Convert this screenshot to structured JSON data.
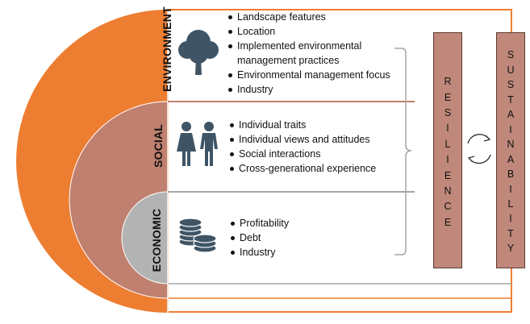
{
  "layers": {
    "environment": {
      "label": "ENVIRONMENT",
      "icon": "tree-icon",
      "items": [
        "Landscape features",
        "Location",
        "Implemented environmental management practices",
        "Environmental management focus",
        "Industry"
      ]
    },
    "social": {
      "label": "SOCIAL",
      "icon": "people-icon",
      "items": [
        "Individual traits",
        "Individual views and attitudes",
        "Social interactions",
        "Cross-generational experience"
      ]
    },
    "economic": {
      "label": "ECONOMIC",
      "icon": "coins-icon",
      "items": [
        "Profitability",
        "Debt",
        "Industry"
      ]
    }
  },
  "outcomes": {
    "resilience": [
      "R",
      "E",
      "S",
      "I",
      "L",
      "I",
      "E",
      "N",
      "C",
      "E"
    ],
    "sustainability": [
      "S",
      "U",
      "S",
      "T",
      "A",
      "I",
      "N",
      "A",
      "B",
      "I",
      "L",
      "I",
      "T",
      "Y"
    ],
    "cycle_icon": "cycle-arrows-icon"
  },
  "colors": {
    "environment": "#ed7d31",
    "social": "#c0806f",
    "economic": "#b3b3b3",
    "pillar": "#c0887a",
    "border": "#ed7d31"
  }
}
